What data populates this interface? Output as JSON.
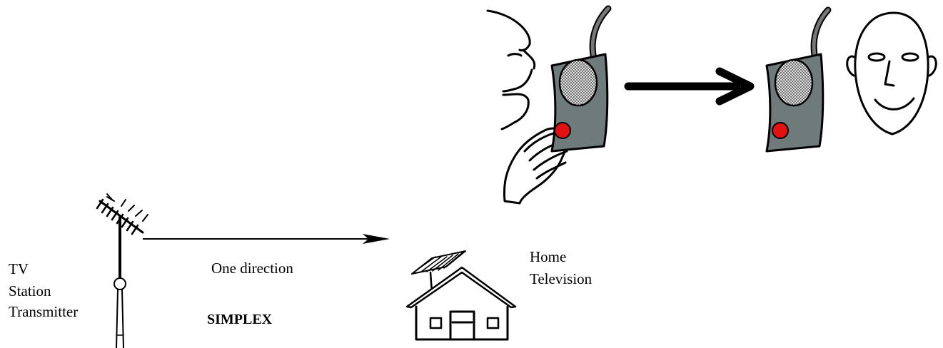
{
  "labels": {
    "tv_station": [
      "TV",
      "Station",
      "Transmitter"
    ],
    "one_direction": "One direction",
    "simplex": "SIMPLEX",
    "home_television": [
      "Home",
      "Television"
    ]
  },
  "colors": {
    "radio_body": "#6f7b7a",
    "button": "#e31212",
    "ink": "#000000"
  },
  "icons": [
    "antenna-tower-icon",
    "house-icon",
    "speaker-face-icon",
    "walkie-talkie-icon",
    "listener-face-icon",
    "hand-icon",
    "arrow-icon"
  ]
}
